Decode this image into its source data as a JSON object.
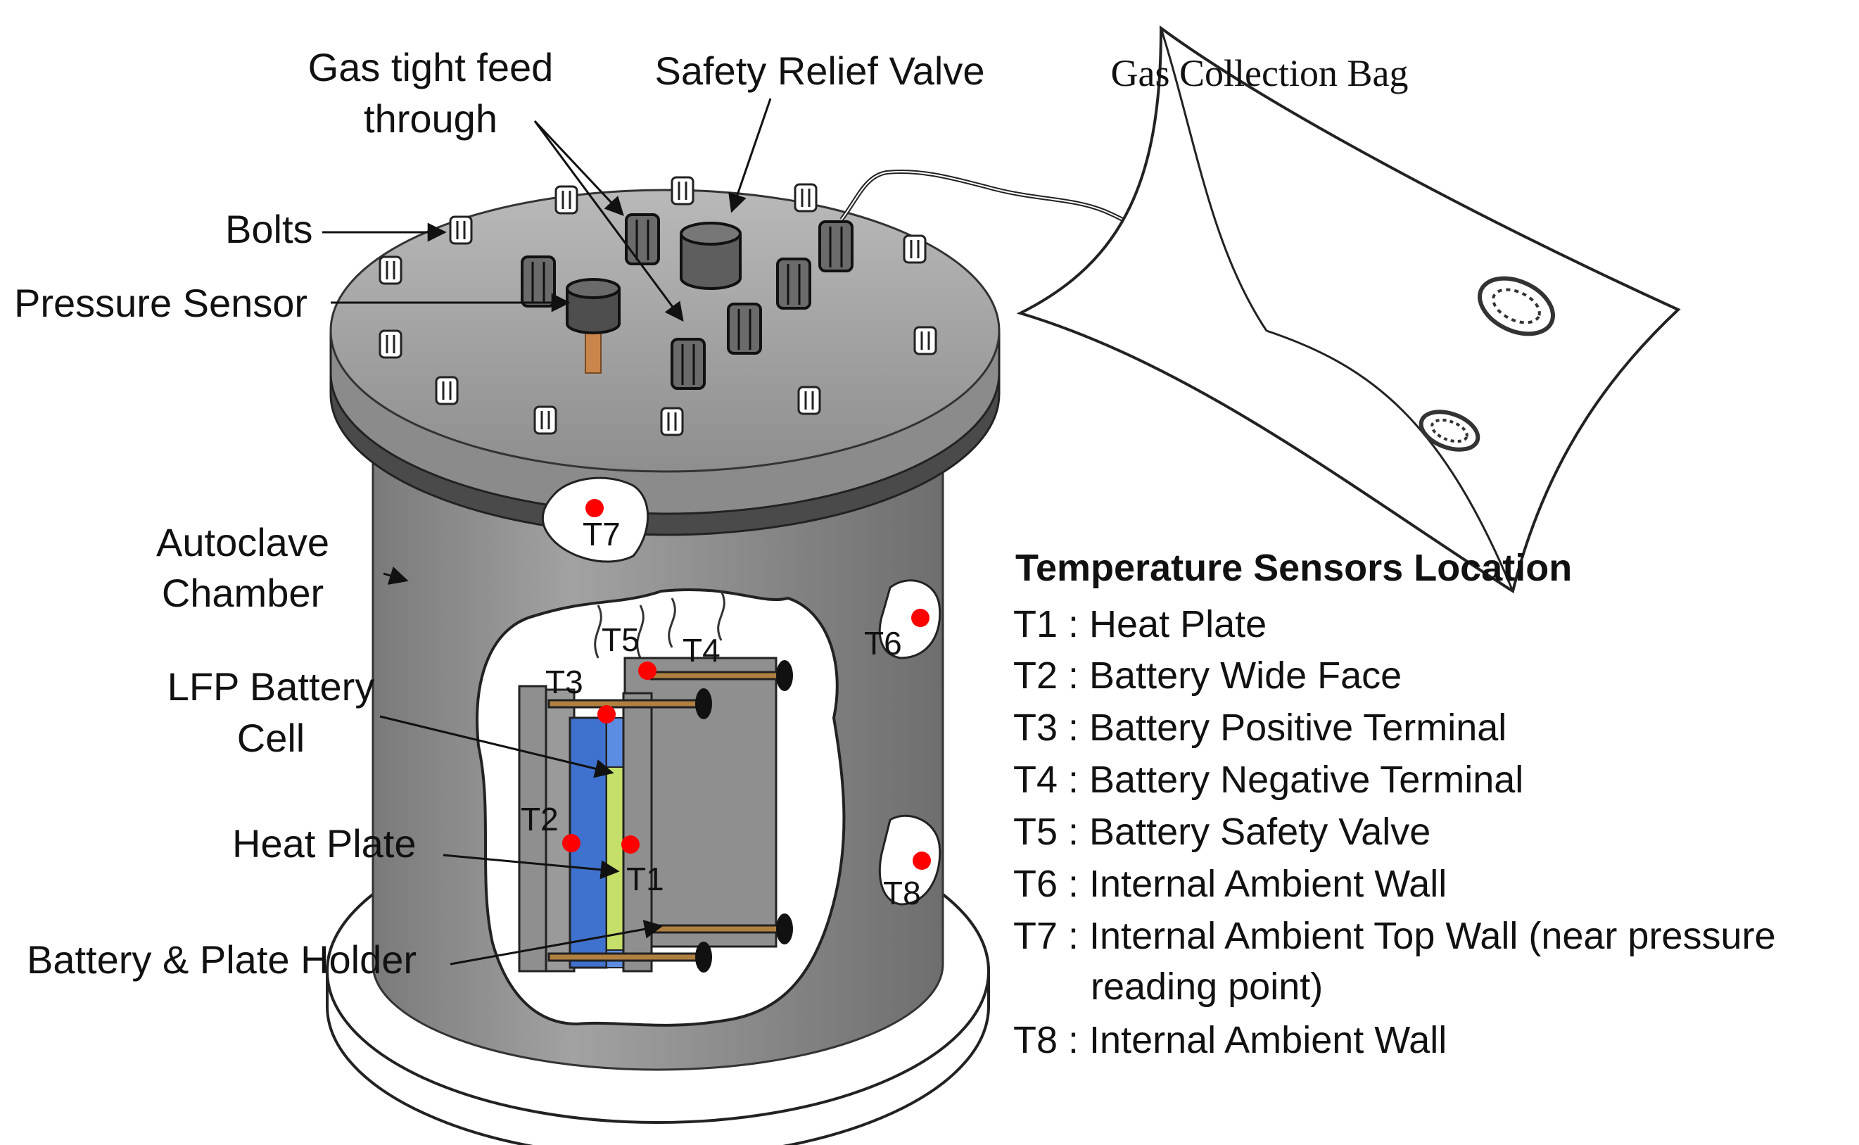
{
  "labels": {
    "gas_tight_feed_line1": "Gas tight feed",
    "gas_tight_feed_line2": "through",
    "safety_relief_valve": "Safety Relief Valve",
    "gas_collection_bag": "Gas Collection Bag",
    "bolts": "Bolts",
    "pressure_sensor": "Pressure Sensor",
    "autoclave_line1": "Autoclave",
    "autoclave_line2": "Chamber",
    "lfp_line1": "LFP Battery",
    "lfp_line2": "Cell",
    "heat_plate": "Heat Plate",
    "holder": "Battery & Plate Holder"
  },
  "sensor_tags": {
    "t1": "T1",
    "t2": "T2",
    "t3": "T3",
    "t4": "T4",
    "t5": "T5",
    "t6": "T6",
    "t7": "T7",
    "t8": "T8"
  },
  "legend": {
    "title": "Temperature Sensors Location",
    "items": [
      "T1 : Heat Plate",
      "T2 : Battery Wide Face",
      "T3 : Battery Positive Terminal",
      "T4 : Battery Negative Terminal",
      "T5 : Battery Safety  Valve",
      "T6 : Internal Ambient Wall",
      "T7 : Internal Ambient Top Wall (near pressure",
      "reading point)",
      "T8 : Internal Ambient Wall"
    ]
  },
  "colors": {
    "chamber": "#8f8f8f",
    "lid": "#a9a9a9",
    "sensor_dot": "#ff0000",
    "battery": "#4f7fd6",
    "heat_plate": "#c6df6a"
  }
}
